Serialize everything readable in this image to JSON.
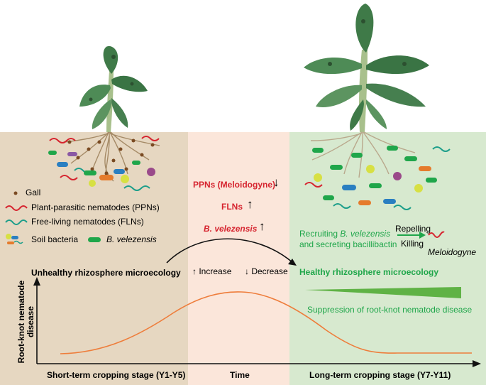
{
  "legend": {
    "gall": "Gall",
    "ppn": "Plant-parasitic nematodes (PPNs)",
    "fln": "Free-living nematodes (FLNs)",
    "soil_bacteria": "Soil bacteria",
    "b_velezensis": "B. velezensis"
  },
  "middle": {
    "ppn_label": "PPNs (Meloidogyne)",
    "ppn_arrow": "↓",
    "fln_label": "FLNs",
    "fln_arrow": "↑",
    "bv_label": "B. velezensis",
    "bv_arrow": "↑",
    "increase_key": "Increase",
    "decrease_key": "Decrease"
  },
  "left_panel": {
    "state": "Unhealthy rhizosphere microecology",
    "stage": "Short-term cropping stage (Y1-Y5)"
  },
  "right_panel": {
    "recruit_prefix": "Recruiting",
    "recruit_species": "B. velezensis",
    "recruit_line2": "and secreting bacillibactin",
    "repelling": "Repelling",
    "killing": "Killing",
    "target": "Meloidogyne",
    "state": "Healthy rhizosphere microecology",
    "suppression": "Suppression of root-knot nematode disease",
    "stage": "Long-term cropping stage (Y7-Y11)"
  },
  "axes": {
    "ylabel": "Root-knot nematode disease",
    "xlabel": "Time"
  },
  "colors": {
    "left_bg": "#e6d7c1",
    "middle_bg": "#fbe6da",
    "right_bg": "#d7e9cf",
    "red": "#d6242f",
    "green": "#1fa64a",
    "curve": "#ee7d3b",
    "leaf": "#3f8450"
  }
}
